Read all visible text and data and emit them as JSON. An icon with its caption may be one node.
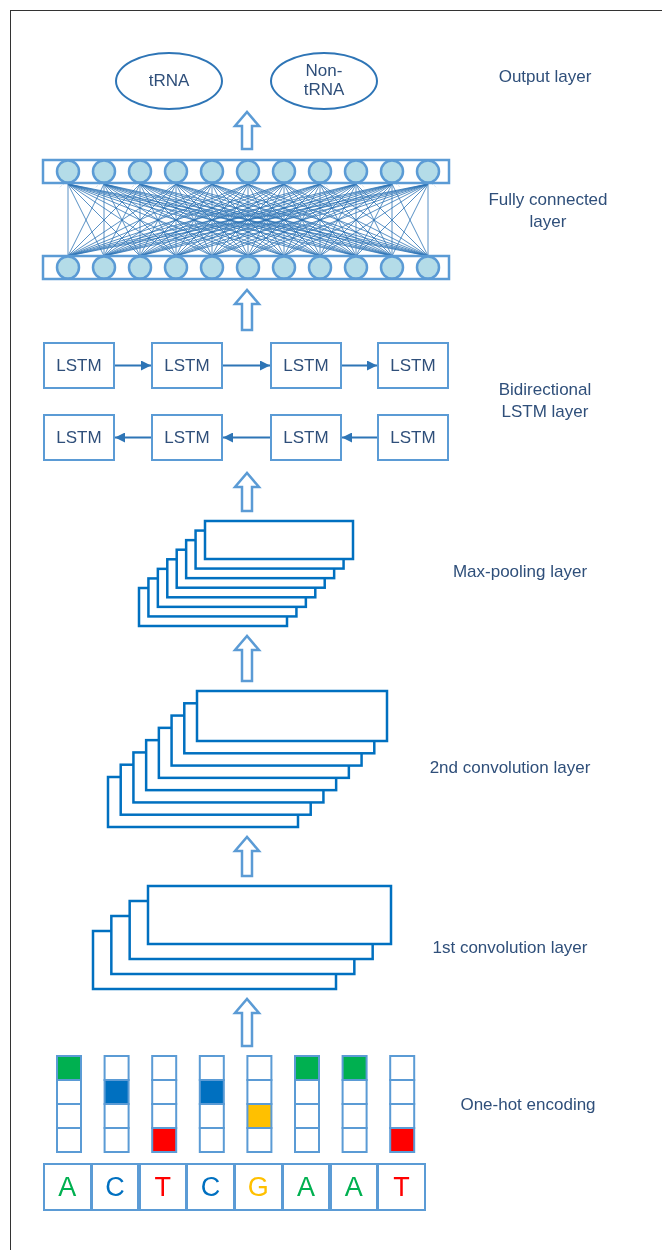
{
  "diagram": {
    "nodes": [
      {
        "text": [
          "tRNA"
        ]
      },
      {
        "text": [
          "Non-tRNA"
        ]
      },
      {
        "text": [],
        "shape": "picture"
      },
      {
        "text": [
          "LSTM"
        ]
      },
      {
        "text": [
          "LSTM"
        ]
      },
      {
        "text": [
          "LSTM"
        ]
      },
      {
        "text": [
          "LSTM"
        ]
      },
      {
        "text": [
          "LSTM"
        ]
      },
      {
        "text": [
          "LSTM"
        ]
      },
      {
        "text": [
          "LSTM"
        ]
      },
      {
        "text": [
          "LSTM"
        ]
      },
      {
        "text": [],
        "shape": "picture"
      },
      {
        "text": [],
        "shape": "picture"
      },
      {
        "text": [],
        "shape": "picture"
      },
      {
        "text": [],
        "shape": "picture"
      },
      {
        "text": [
          "A"
        ]
      },
      {
        "text": [
          "C"
        ]
      },
      {
        "text": [
          "T"
        ]
      },
      {
        "text": [
          "C"
        ]
      },
      {
        "text": [
          "G"
        ]
      },
      {
        "text": [
          "A"
        ]
      },
      {
        "text": [
          "A"
        ]
      },
      {
        "text": [
          "T"
        ]
      }
    ],
    "edges": [
      {
        "from": 2,
        "to": null,
        "arrow": "to",
        "style": "thick"
      },
      {
        "from": null,
        "to": 2,
        "arrow": "to",
        "style": "thick"
      },
      {
        "from": 3,
        "to": 4,
        "arrow": "to"
      },
      {
        "from": 4,
        "to": 5,
        "arrow": "to"
      },
      {
        "from": 5,
        "to": 6,
        "arrow": "to"
      },
      {
        "from": 10,
        "to": 9,
        "arrow": "to"
      },
      {
        "from": 9,
        "to": 8,
        "arrow": "to"
      },
      {
        "from": 8,
        "to": 7,
        "arrow": "to"
      },
      {
        "from": 11,
        "to": null,
        "arrow": "to",
        "style": "thick"
      },
      {
        "from": 12,
        "to": 11,
        "arrow": "to",
        "style": "thick"
      },
      {
        "from": 13,
        "to": 12,
        "arrow": "to",
        "style": "thick"
      },
      {
        "from": 14,
        "to": 13,
        "arrow": "to",
        "style": "thick"
      }
    ],
    "labels": [
      "Output layer",
      "Fully connected layer",
      "Bidirectional LSTM layer",
      "Max-pooling layer",
      "2nd convolution layer",
      "1st convolution layer",
      "One-hot encoding"
    ]
  }
}
